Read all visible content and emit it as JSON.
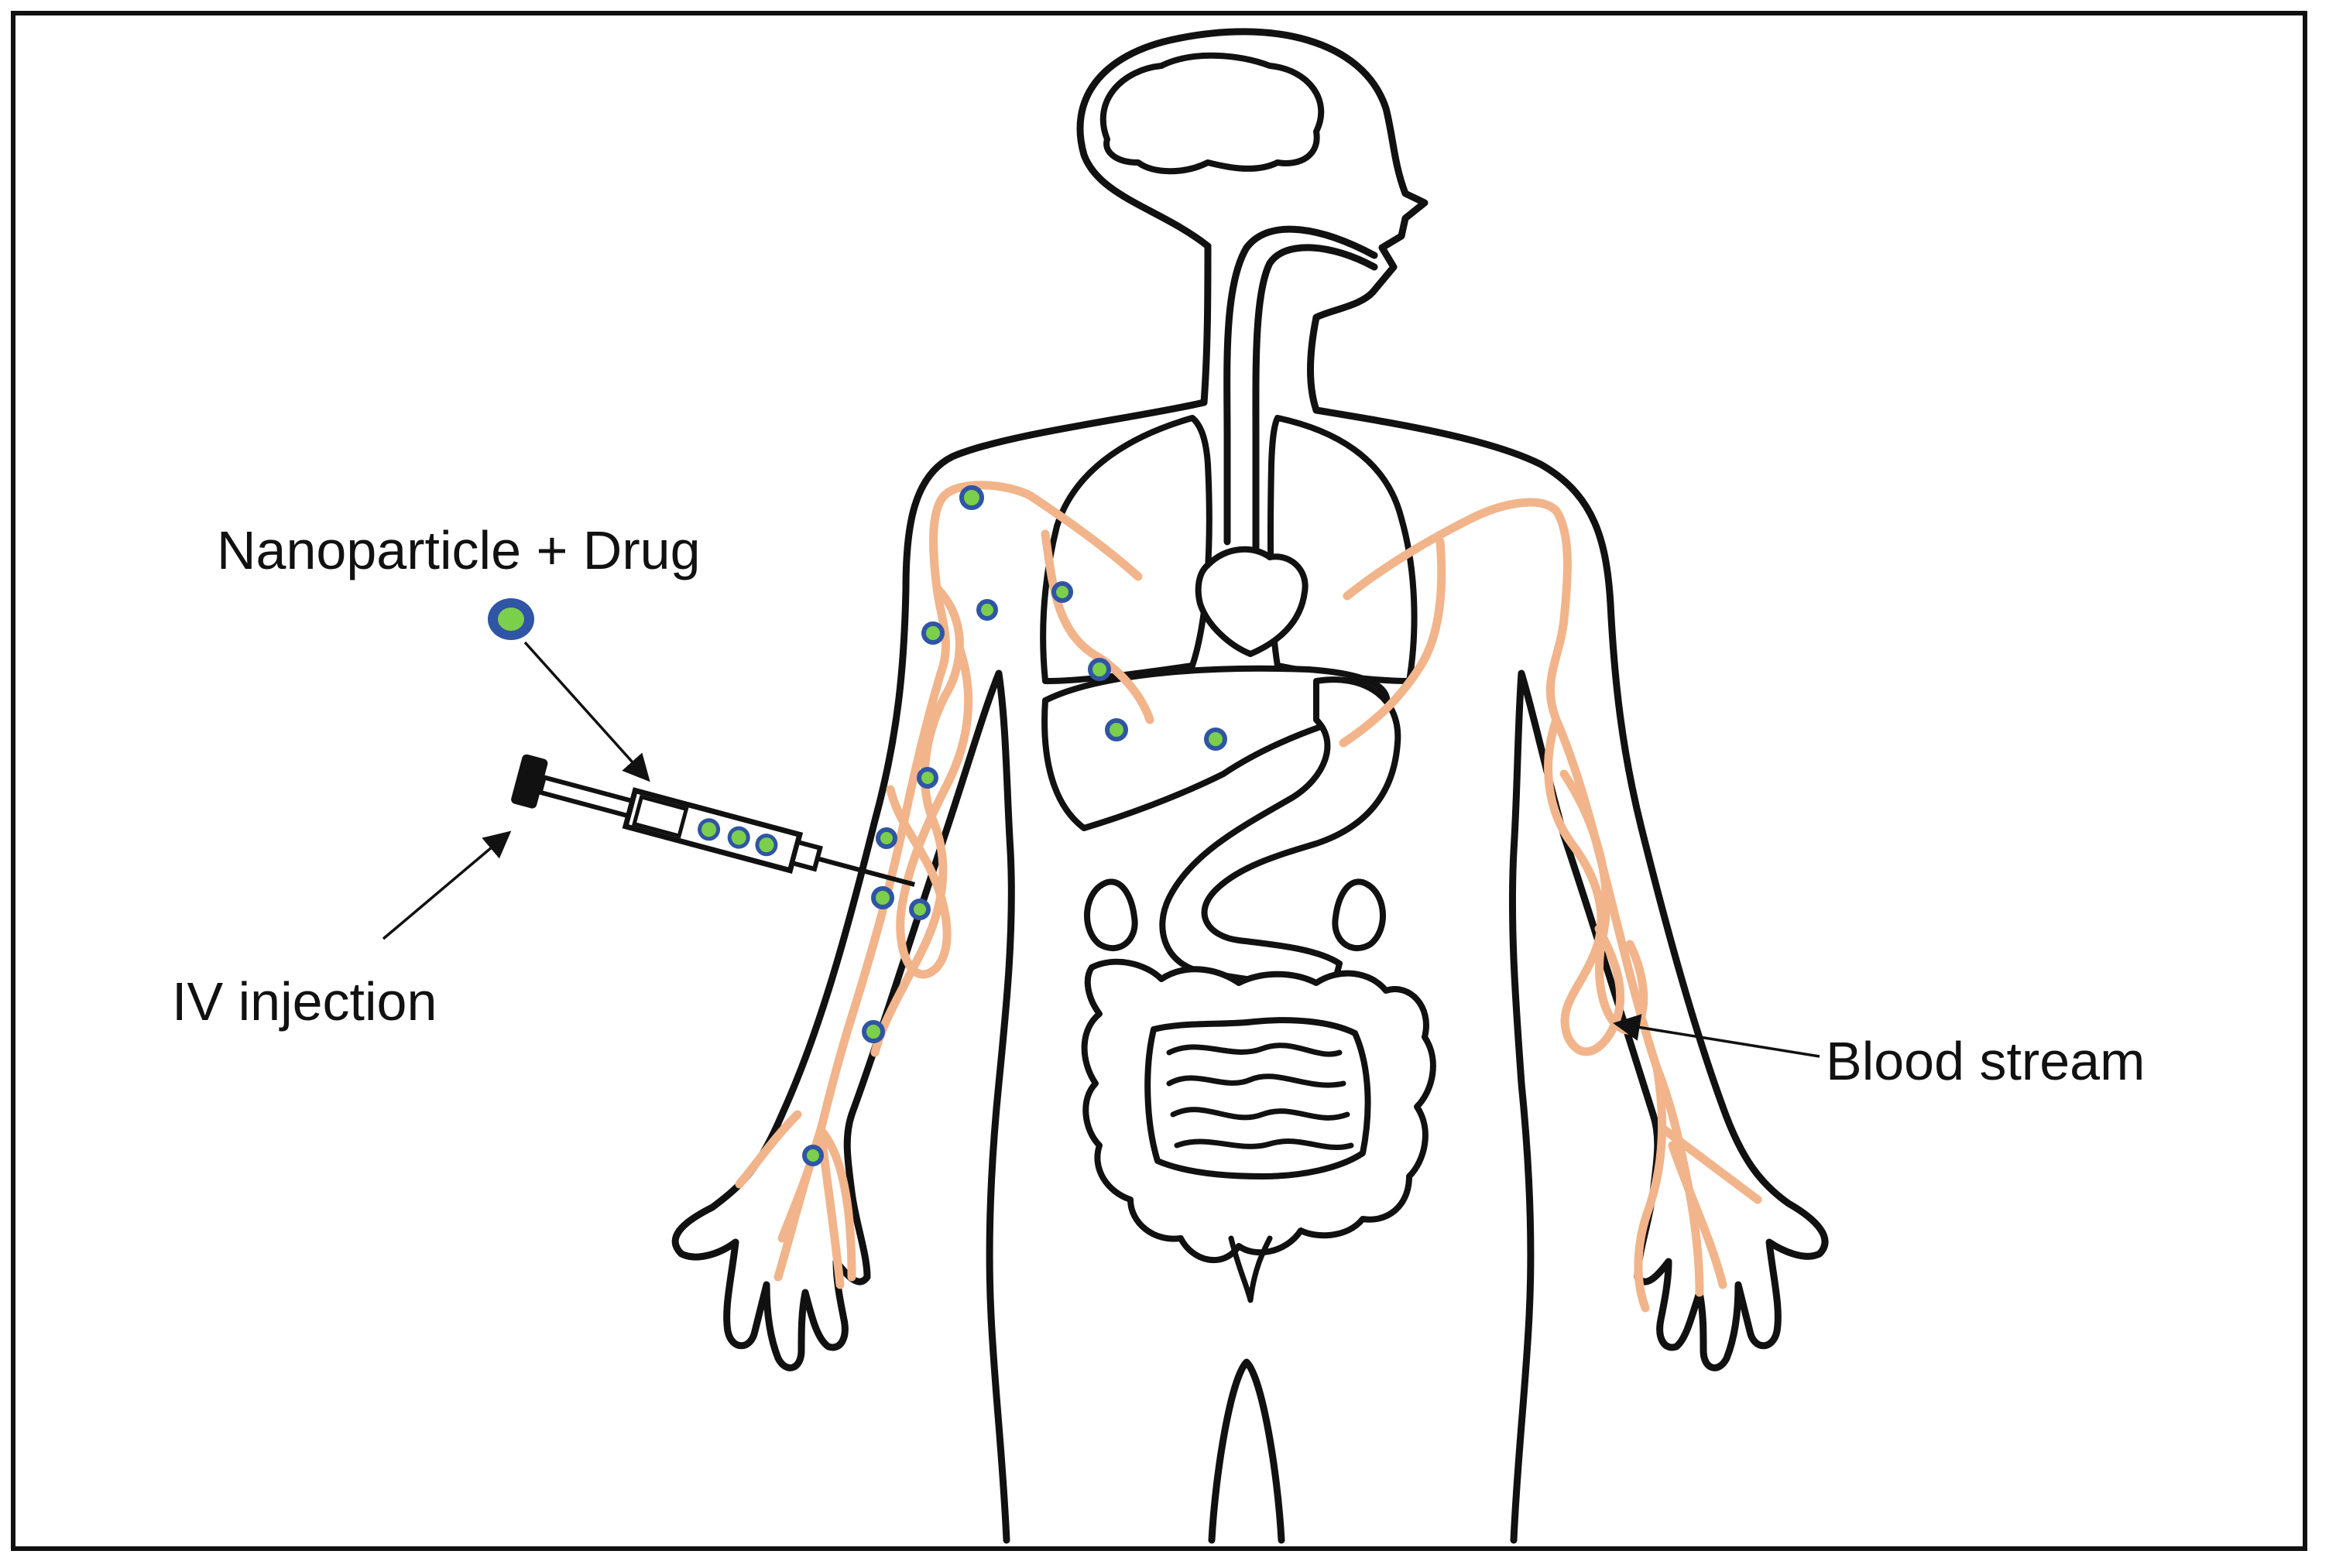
{
  "labels": {
    "nanoparticle": "Nanoparticle + Drug",
    "injection": "IV injection",
    "blood": "Blood stream"
  },
  "colors": {
    "vein": "#f2b48a",
    "particle_core": "#7ccf4a",
    "particle_ring": "#2f55a4",
    "outline": "#111111"
  },
  "icons": [
    "syringe-icon",
    "nanoparticle-icon",
    "brain-icon",
    "heart-icon",
    "lungs-icon",
    "stomach-icon",
    "intestine-icon"
  ]
}
